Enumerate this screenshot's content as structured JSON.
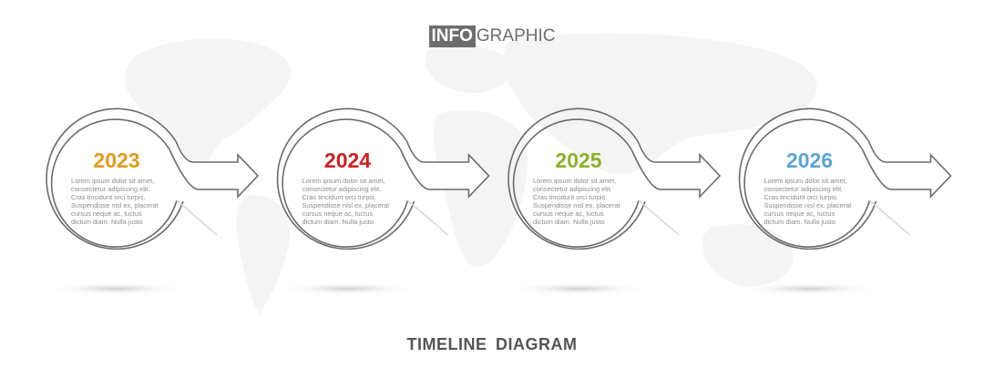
{
  "header": {
    "highlight": "INFO",
    "rest": "GRAPHIC"
  },
  "steps": [
    {
      "year": "2023",
      "color": "#e49b1c",
      "lines": [
        "Lorem ipsum dolor sit amet,",
        "consectetur adipiscing elit.",
        "Cras tincidunt orci turpis.",
        "Suspendisse nisl ex, placerat",
        "cursus neque ac, luctus",
        "dictum diam. Nulla justo"
      ]
    },
    {
      "year": "2024",
      "color": "#cc2121",
      "lines": [
        "Lorem ipsum dolor sit amet,",
        "consectetur adipiscing elit.",
        "Cras tincidunt orci turpis.",
        "Suspendisse nisl ex, placerat",
        "cursus neque ac, luctus",
        "dictum diam. Nulla justo"
      ]
    },
    {
      "year": "2025",
      "color": "#8ab22b",
      "lines": [
        "Lorem ipsum dolor sit amet,",
        "consectetur adipiscing elit.",
        "Cras tincidunt orci turpis.",
        "Suspendisse nisl ex, placerat",
        "cursus neque ac, luctus",
        "dictum diam. Nulla justo"
      ]
    },
    {
      "year": "2026",
      "color": "#5aa4d6",
      "lines": [
        "Lorem ipsum dolor sit amet,",
        "consectetur adipiscing elit.",
        "Cras tincidunt orci turpis.",
        "Suspendisse nisl ex, placerat",
        "cursus neque ac, luctus",
        "dictum diam. Nulla justo"
      ]
    }
  ],
  "footer": {
    "title": "TIMELINE  DIAGRAM"
  }
}
